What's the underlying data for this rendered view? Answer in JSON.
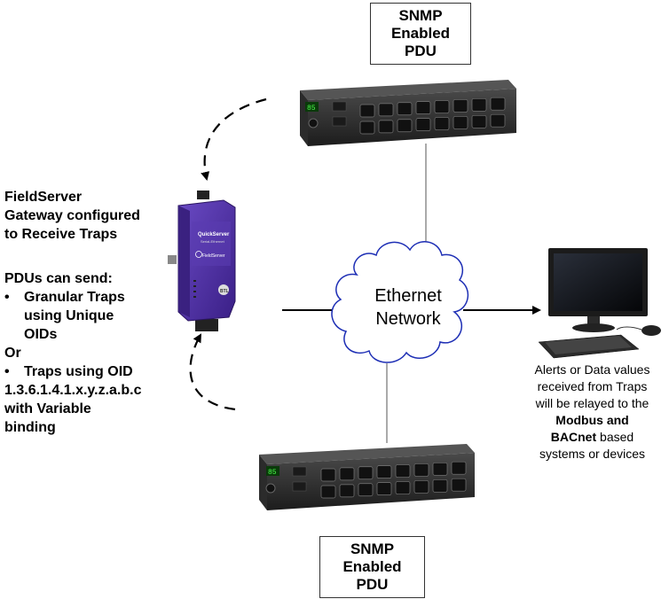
{
  "pdu_top": {
    "line1": "SNMP Enabled",
    "line2": "PDU"
  },
  "pdu_bottom": {
    "line1": "SNMP Enabled",
    "line2": "PDU"
  },
  "network": {
    "line1": "Ethernet",
    "line2": "Network"
  },
  "gateway": {
    "title_line1": "FieldServer",
    "title_line2": "Gateway configured",
    "title_line3": "to Receive Traps",
    "label_brand": "QuickServer",
    "label_sub": "Serial-Ethernet",
    "label_logo": "FieldServer"
  },
  "pdu_capabilities": {
    "heading": "PDUs can send:",
    "bullet1_line1": "Granular Traps",
    "bullet1_line2": "using Unique",
    "bullet1_line3": "OIDs",
    "or": "Or",
    "bullet2_line1": "Traps using OID",
    "bullet2_line2": "1.3.6.1.4.1.x.y.z.a.b.c",
    "bullet2_line3": "with Variable",
    "bullet2_line4": "binding",
    "bullet_symbol": "•"
  },
  "output_caption": {
    "line1": "Alerts or Data values",
    "line2": "received from Traps",
    "line3": "will be relayed to the",
    "line4_bold": "Modbus and",
    "line5_bold": "BACnet",
    "line5_rest": " based",
    "line6": "systems or devices"
  },
  "colors": {
    "cloud_stroke": "#1e2fb5",
    "gateway_purple": "#4b2b9c",
    "pdu_body": "#2a2a2a",
    "line": "#000000"
  },
  "icons": [
    "pdu-icon",
    "gateway-device-icon",
    "cloud-icon",
    "computer-icon"
  ]
}
